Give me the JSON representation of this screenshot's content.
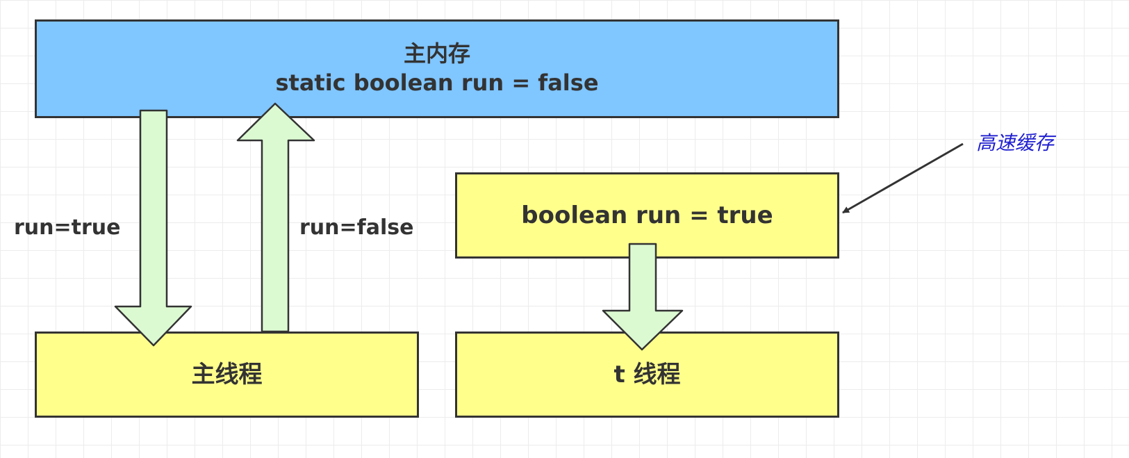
{
  "main_memory": {
    "title": "主内存",
    "code": "static boolean run = false"
  },
  "cache": {
    "code": "boolean run = true",
    "note": "高速缓存"
  },
  "main_thread": {
    "label": "主线程"
  },
  "t_thread": {
    "label": "t 线程"
  },
  "arrows": {
    "read_label": "run=true",
    "write_label": "run=false"
  },
  "colors": {
    "memory_fill": "#80c6ff",
    "thread_fill": "#ffff8c",
    "arrow_fill": "#dcfad2",
    "note_text": "#2020d0"
  }
}
